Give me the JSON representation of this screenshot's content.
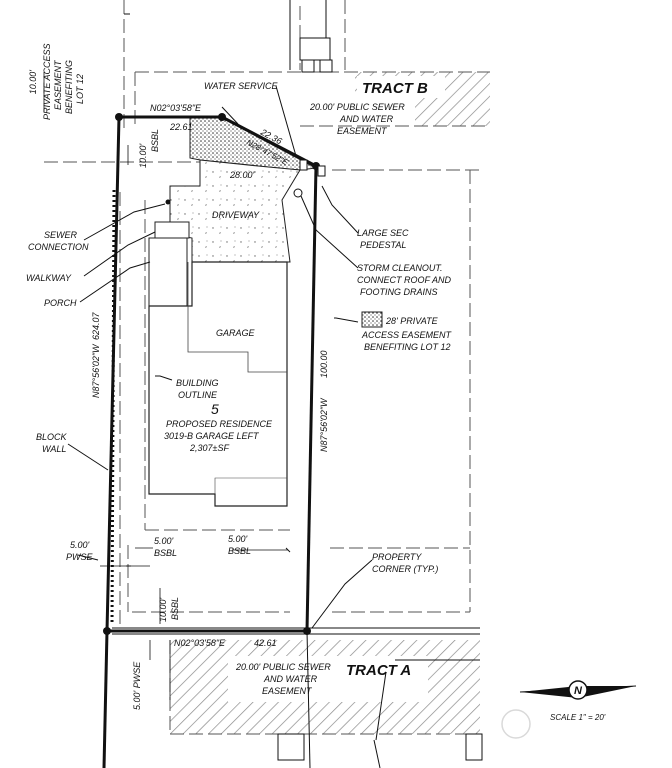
{
  "easements": {
    "private_access_top_line1": "10.00'",
    "private_access_top_line2": "PRIVATE ACCESS",
    "private_access_top_line3": "EASEMENT",
    "private_access_top_line4": "BENEFITING",
    "private_access_top_line5": "LOT 12",
    "sewer_water_top_line1": "20.00' PUBLIC SEWER",
    "sewer_water_top_line2": "AND WATER",
    "sewer_water_top_line3": "EASEMENT",
    "sewer_water_bottom_line1": "20.00' PUBLIC SEWER",
    "sewer_water_bottom_line2": "AND WATER",
    "sewer_water_bottom_line3": "EASEMENT",
    "legend_private_line1": "28' PRIVATE",
    "legend_private_line2": "ACCESS EASEMENT",
    "legend_private_line3": "BENEFITING LOT 12"
  },
  "tracts": {
    "top": "TRACT B",
    "bottom": "TRACT A"
  },
  "bearings": {
    "north_line": "N02°03'58\"E",
    "south_line": "N02°03'58\"E",
    "west_line": "N87°56'02\"W",
    "east_line": "N87°56'02\"W",
    "angled_segment": "N28°47'52\"E"
  },
  "distances": {
    "north_segment": "22.61",
    "angled_segment": "22.36",
    "south_line": "42.61",
    "west_line": "624.07",
    "east_line": "100.00",
    "easement_width": "28.00'"
  },
  "setbacks": {
    "top_bsbl_value": "10.00'",
    "top_bsbl": "BSBL",
    "side_bsbl_value": "5.00'",
    "side_bsbl": "BSBL",
    "rear_bsbl_value": "5.00'",
    "rear_bsbl": "BSBL",
    "bottom_bsbl_value": "10.00'",
    "bottom_bsbl": "BSBL",
    "pwse_left_value": "5.00'",
    "pwse_left": "PWSE",
    "pwse_bottom": "5.00' PWSE"
  },
  "callouts": {
    "water_service": "WATER SERVICE",
    "sewer_connection_line1": "SEWER",
    "sewer_connection_line2": "CONNECTION",
    "walkway": "WALKWAY",
    "porch": "PORCH",
    "block_wall_line1": "BLOCK",
    "block_wall_line2": "WALL",
    "large_sec_line1": "LARGE SEC",
    "large_sec_line2": "PEDESTAL",
    "storm_line1": "STORM CLEANOUT.",
    "storm_line2": "CONNECT ROOF AND",
    "storm_line3": "FOOTING DRAINS",
    "property_corner_line1": "PROPERTY",
    "property_corner_line2": "CORNER (TYP.)",
    "building_outline_line1": "BUILDING",
    "building_outline_line2": "OUTLINE"
  },
  "house": {
    "driveway": "DRIVEWAY",
    "garage": "GARAGE",
    "lot_number": "5",
    "line1": "PROPOSED RESIDENCE",
    "line2": "3019-B GARAGE LEFT",
    "line3": "2,307±SF"
  },
  "scale": "SCALE 1\" = 20'",
  "north_arrow_letter": "N",
  "colors": {
    "line": "#111111",
    "hatch": "#8a8a8a",
    "dash": "#555555"
  }
}
